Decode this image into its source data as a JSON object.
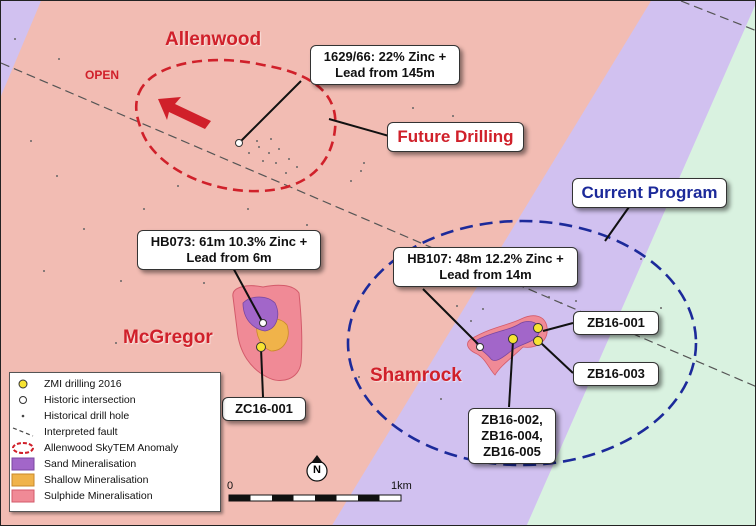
{
  "colors": {
    "sulphide_zone": "#f2bcb3",
    "sand_zone": "#d1c1f0",
    "green_zone": "#d9f2e0",
    "red": "#d0202a",
    "blue": "#1c2a9a",
    "zmi_drill": "#f7e332",
    "sand": "#a266c9",
    "shallow": "#f0b34a",
    "sulphide": "#f08a96"
  },
  "labels": {
    "allenwood": "Allenwood",
    "open": "OPEN",
    "mcgregor": "McGregor",
    "shamrock": "Shamrock"
  },
  "callouts": {
    "c1629": [
      "1629/66: 22% Zinc +",
      "Lead from 145m"
    ],
    "future": "Future Drilling",
    "current": "Current Program",
    "hb073": [
      "HB073: 61m 10.3% Zinc +",
      "Lead from 6m"
    ],
    "hb107": [
      "HB107: 48m 12.2% Zinc +",
      "Lead from 14m"
    ],
    "zb001": "ZB16-001",
    "zb003": "ZB16-003",
    "zb_multi": [
      "ZB16-002,",
      "ZB16-004,",
      "ZB16-005"
    ],
    "zc001": "ZC16-001"
  },
  "legend": [
    {
      "symbol": "zmi-drill",
      "label": "ZMI drilling 2016"
    },
    {
      "symbol": "historic-intersection",
      "label": "Historic intersection"
    },
    {
      "symbol": "historical-drill-hole",
      "label": "Historical drill hole"
    },
    {
      "symbol": "interpreted-fault",
      "label": "Interpreted fault"
    },
    {
      "symbol": "skytem-anomaly",
      "label": "Allenwood SkyTEM Anomaly"
    },
    {
      "symbol": "sand",
      "label": "Sand Mineralisation"
    },
    {
      "symbol": "shallow",
      "label": "Shallow Mineralisation"
    },
    {
      "symbol": "sulphide",
      "label": "Sulphide Mineralisation"
    }
  ],
  "north_arrow": "N",
  "scale_bar": {
    "start": "0",
    "end": "1km"
  }
}
